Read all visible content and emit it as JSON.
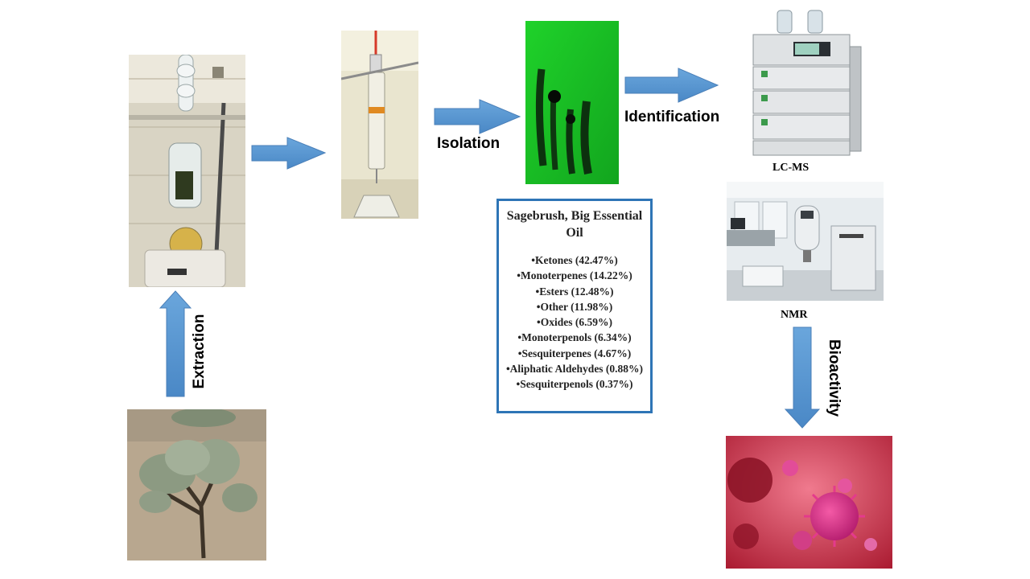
{
  "steps": {
    "extraction": "Extraction",
    "isolation": "Isolation",
    "identification": "Identification",
    "bioactivity": "Bioactivity"
  },
  "instruments": {
    "lcms": "LC-MS",
    "nmr": "NMR"
  },
  "oil_box": {
    "title": "Sagebrush, Big Essential Oil",
    "items": [
      "•Ketones (42.47%)",
      "•Monoterpenes (14.22%)",
      "•Esters (12.48%)",
      "•Other (11.98%)",
      "•Oxides (6.59%)",
      "•Monoterpenols (6.34%)",
      "•Sesquiterpenes (4.67%)",
      "•Aliphatic Aldehydes (0.88%)",
      "•Sesquiterpenols (0.37%)"
    ]
  },
  "colors": {
    "arrow": "#5b9bd5",
    "box_border": "#2e75b6",
    "tlc_plate": "#1fc21f"
  }
}
